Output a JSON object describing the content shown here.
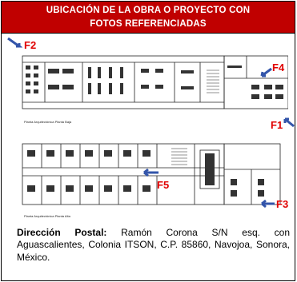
{
  "header": {
    "line1": "UBICACIÓN DE LA OBRA O PROYECTO   CON",
    "line2": "FOTOS REFERENCIADAS"
  },
  "markers": {
    "f1": "F1",
    "f2": "F2",
    "f3": "F3",
    "f4": "F4",
    "f5": "F5"
  },
  "captions": {
    "ground_floor": "Planta Arquitectónica Planta Baja",
    "upper_floor": "Planta Arquitectónica Planta Alta"
  },
  "address": {
    "label": "Dirección Postal:",
    "text": " Ramón Corona S/N esq. con Aguascalientes, Colonia ITSON, C.P. 85860, Navojoa, Sonora, México."
  },
  "colors": {
    "header_bg": "#c00000",
    "marker": "#e00000",
    "arrow": "#3355aa"
  }
}
